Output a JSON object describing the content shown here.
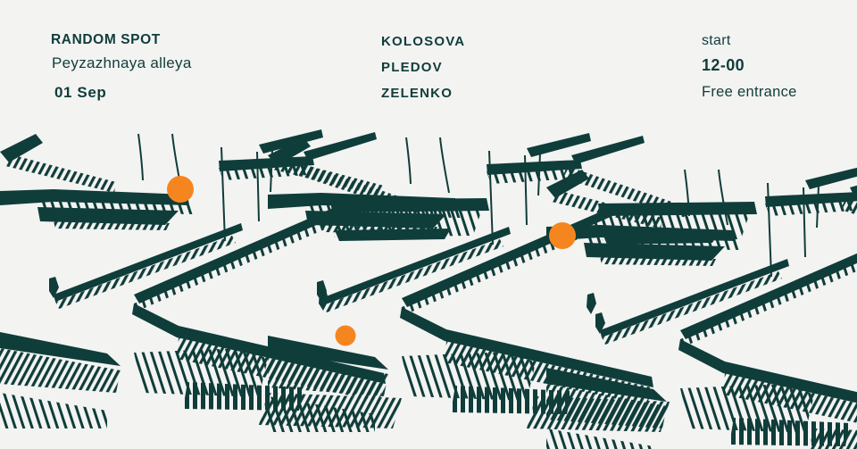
{
  "poster": {
    "venue": {
      "name": "RANDOM SPOT",
      "place": "Peyzazhnaya alleya",
      "date": "01 Sep"
    },
    "artists": [
      "KOLOSOVA",
      "PLEDOV",
      "ZELENKO"
    ],
    "time": {
      "label": "start",
      "value": "12-00",
      "entrance": "Free entrance"
    }
  },
  "artwork": {
    "subject": "stairs-illustration",
    "colors": {
      "ink": "#0f3d3a",
      "background": "#f3f3f2",
      "accent": "#f5861f"
    },
    "dot_count": 3
  }
}
